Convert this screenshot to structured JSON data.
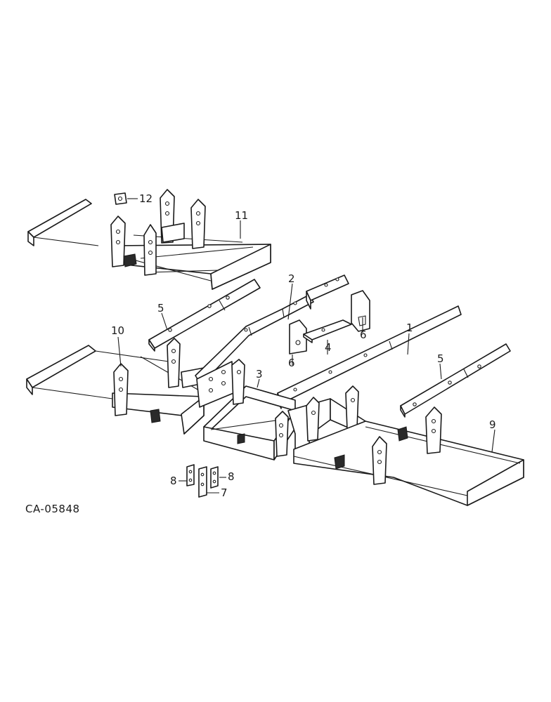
{
  "figure_id": "CA-05848",
  "callouts": {
    "c1": "1",
    "c2": "2",
    "c3": "3",
    "c4": "4",
    "c5a": "5",
    "c5b": "5",
    "c6a": "6",
    "c6b": "6",
    "c7": "7",
    "c8a": "8",
    "c8b": "8",
    "c9": "9",
    "c10": "10",
    "c11": "11",
    "c12": "12"
  }
}
